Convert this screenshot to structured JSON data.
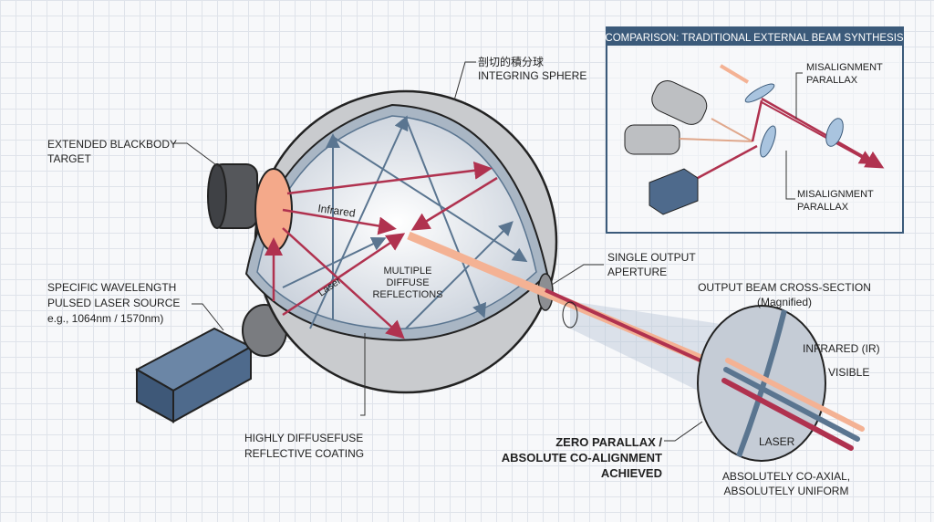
{
  "title_cn": "剖切的積分球",
  "labels": {
    "sphere": "INTEGRING SPHERE",
    "blackbody_1": "EXTENDED BLACKBODY",
    "blackbody_2": "TARGET",
    "laser_1": "SPECIFIC WAVELENGTH",
    "laser_2": "PULSED LASER SOURCE",
    "laser_3": "e.g., 1064nm / 1570nm)",
    "coating_1": "HIGHLY DIFFUSEFUSE",
    "coating_2": "REFLECTIVE COATING",
    "infrared_ray": "Infrared",
    "laser_ray": "Laser",
    "reflections_1": "MULTIPLE",
    "reflections_2": "DIFFUSE",
    "reflections_3": "REFLECTIONS",
    "aperture_1": "SINGLE OUTPUT",
    "aperture_2": "APERTURE",
    "cross_1": "OUTPUT BEAM CROSS-SECTION",
    "cross_2": "(Magnified)",
    "ir": "INFRARED (IR)",
    "visible": "VISIBLE",
    "laser": "LASER",
    "coaxial_1": "ABSOLUTELY CO-AXIAL,",
    "coaxial_2": "ABSOLUTELY UNIFORM",
    "zero_1": "ZERO PARALLAX /",
    "zero_2": "ABSOLUTE CO-ALIGNMENT",
    "zero_3": "ACHIEVED"
  },
  "inset": {
    "header": "COMPARISON: TRADITIONAL EXTERNAL BEAM SYNTHESIS",
    "mis_1a": "MISALIGNMENT",
    "mis_1b": "PARALLAX",
    "mis_2a": "MISALIGNMENT",
    "mis_2b": "PARALLAX"
  },
  "colors": {
    "ir": "#f4b294",
    "laser": "#b0324f",
    "visible": "#5a7590",
    "sphere": "#c9cbce",
    "header": "#3b5a7a"
  }
}
